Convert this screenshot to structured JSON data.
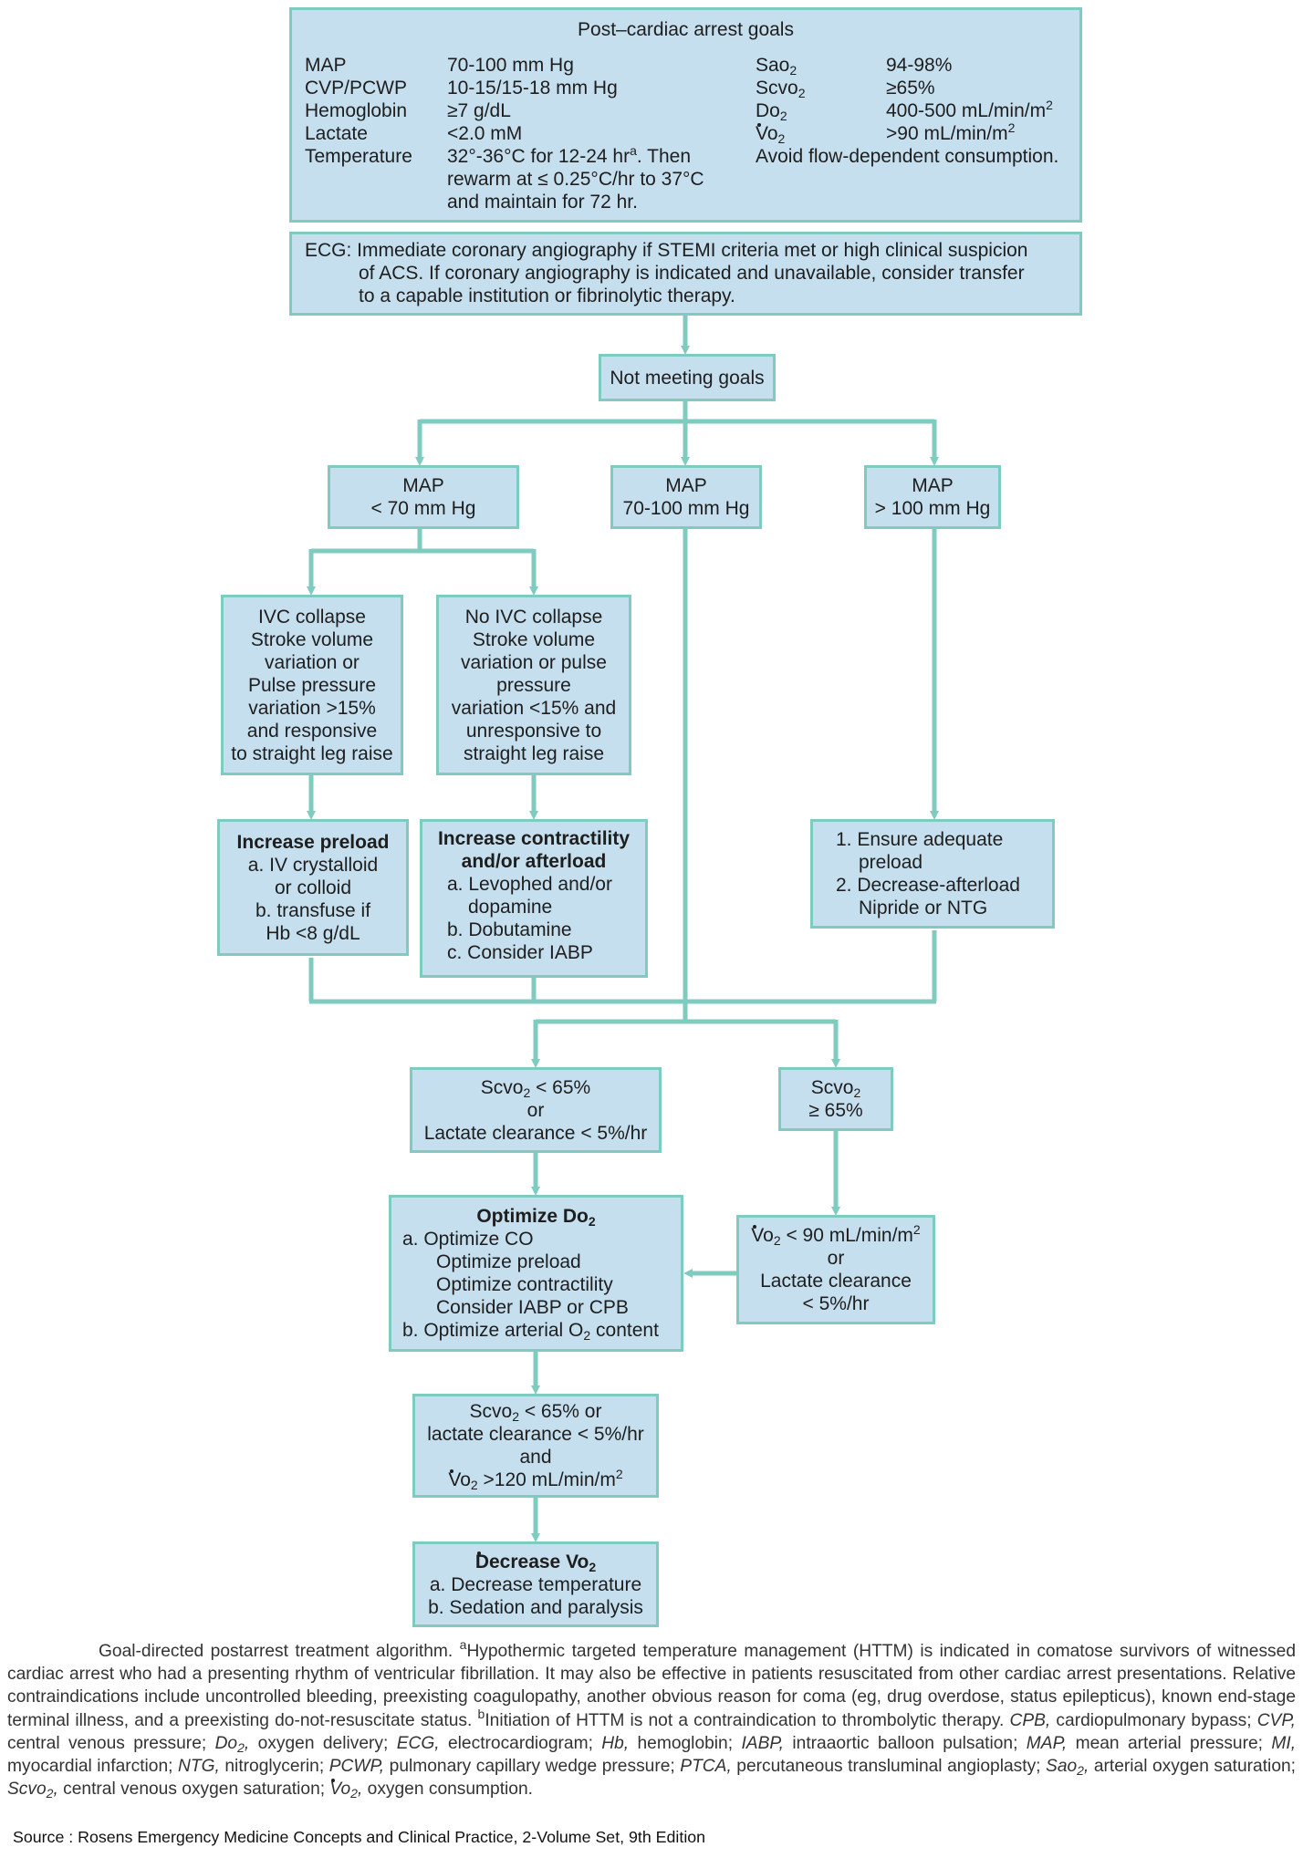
{
  "goals": {
    "title": "Post–cardiac arrest goals",
    "left_rows": [
      {
        "label": "MAP",
        "value": "70-100 mm Hg"
      },
      {
        "label": "CVP/PCWP",
        "value": "10-15/15-18 mm Hg"
      },
      {
        "label": "Hemoglobin",
        "value": "≥7 g/dL"
      },
      {
        "label": "Lactate",
        "value": "<2.0 mM"
      }
    ],
    "temperature": {
      "label": "Temperature",
      "line1_pre": "32°-36°C for 12-24 hr",
      "line1_sup": "a",
      "line1_post": ". Then",
      "line2": "rewarm at ≤ 0.25°C/hr to 37°C",
      "line3": "and maintain for 72 hr."
    },
    "right_rows": [
      {
        "label": "Sao",
        "sub": "2",
        "value": "94-98%"
      },
      {
        "label": "Scvo",
        "sub": "2",
        "value": "≥65%"
      },
      {
        "label": "Do",
        "sub": "2",
        "value": "400-500 mL/min/m",
        "value_sup": "2"
      },
      {
        "label": "Vo",
        "sub": "2",
        "value": ">90 mL/min/m",
        "value_sup": "2"
      }
    ],
    "avoid": "Avoid flow-dependent consumption."
  },
  "ecg": {
    "line1": "ECG: Immediate coronary angiography if STEMI criteria met or high clinical suspicion",
    "line2": "of ACS. If coronary angiography is indicated and unavailable, consider transfer",
    "line3": "to a capable institution or fibrinolytic therapy."
  },
  "not_meeting": "Not meeting goals",
  "map_low": {
    "line1": "MAP",
    "line2": "< 70 mm Hg"
  },
  "map_mid": {
    "line1": "MAP",
    "line2": "70-100 mm Hg"
  },
  "map_high": {
    "line1": "MAP",
    "line2": "> 100 mm Hg"
  },
  "ivc_collapse": [
    "IVC collapse",
    "Stroke volume",
    "variation or",
    "Pulse pressure",
    "variation >15%",
    "and responsive",
    "to straight leg raise"
  ],
  "no_ivc": [
    "No IVC collapse",
    "Stroke volume",
    "variation or pulse",
    "pressure",
    "variation <15% and",
    "unresponsive to",
    "straight leg raise"
  ],
  "preload": {
    "title": "Increase preload",
    "lines": [
      "a. IV crystalloid",
      "or colloid",
      "b. transfuse if",
      "Hb <8 g/dL"
    ]
  },
  "contractility": {
    "title1": "Increase contractility",
    "title2": "and/or afterload",
    "lines": [
      "a. Levophed and/or",
      "dopamine",
      "b. Dobutamine",
      "c. Consider IABP"
    ]
  },
  "ensure": {
    "lines": [
      "1. Ensure adequate",
      "preload",
      "2. Decrease-afterload",
      "Nipride or NTG"
    ]
  },
  "scvo_low": {
    "line1_pre": "Scvo",
    "line1_sub": "2",
    "line1_post": " < 65%",
    "line2": "or",
    "line3": "Lactate clearance < 5%/hr"
  },
  "scvo_high": {
    "line1_pre": "Scvo",
    "line1_sub": "2",
    "line2": "≥ 65%"
  },
  "optimize": {
    "title_pre": "Optimize Do",
    "title_sub": "2",
    "lines": [
      "a. Optimize CO",
      "Optimize preload",
      "Optimize contractility",
      "Consider IABP or CPB"
    ],
    "last_pre": "b. Optimize arterial O",
    "last_sub": "2",
    "last_post": " content"
  },
  "vo2_box": {
    "line1_pre": "Vo",
    "line1_sub": "2",
    "line1_post": " < 90 mL/min/m",
    "line1_sup": "2",
    "line2": "or",
    "line3": "Lactate clearance",
    "line4": "< 5%/hr"
  },
  "scvo_vo2": {
    "line1_pre": "Scvo",
    "line1_sub": "2",
    "line1_post": " < 65% or",
    "line2": "lactate clearance < 5%/hr",
    "line3": "and",
    "line4_pre": "Vo",
    "line4_sub": "2",
    "line4_post": " >120 mL/min/m",
    "line4_sup": "2"
  },
  "decrease": {
    "title_pre": "Decrease Vo",
    "title_sub": "2",
    "lines": [
      "a. Decrease temperature",
      "b. Sedation and paralysis"
    ]
  },
  "caption": {
    "p1": "Goal-directed postarrest treatment algorithm. ",
    "p1_sup": "a",
    "p2": "Hypothermic targeted temperature management (HTTM) is indicated in comatose survivors of witnessed cardiac arrest who had a presenting rhythm of ventricular fibrillation. It may also be effective in patients resuscitated from other cardiac arrest presentations. Relative contraindications include uncontrolled bleeding, preexisting coagulopathy, another obvious reason for coma (eg, drug overdose, status epilepticus), known end-stage terminal illness, and a preexisting do-not-resuscitate status. ",
    "p2_sup": "b",
    "p3": "Initiation of HTTM is not a contraindication to thrombolytic therapy. ",
    "abbreviations": [
      {
        "abbr": "CPB,",
        "text": " cardiopulmonary bypass; "
      },
      {
        "abbr": "CVP,",
        "text": " central venous pressure; "
      },
      {
        "abbr": "Do",
        "sub": "2",
        "abbr_post": ",",
        "text": " oxygen delivery; "
      },
      {
        "abbr": "ECG,",
        "text": " electrocardiogram; "
      },
      {
        "abbr": "Hb,",
        "text": " hemoglobin; "
      },
      {
        "abbr": "IABP,",
        "text": " intraaortic balloon pulsation; "
      },
      {
        "abbr": "MAP,",
        "text": " mean arterial pressure; "
      },
      {
        "abbr": "MI,",
        "text": " myocardial infarction; "
      },
      {
        "abbr": "NTG,",
        "text": " nitroglycerin; "
      },
      {
        "abbr": "PCWP,",
        "text": " pulmonary capillary wedge pressure; "
      },
      {
        "abbr": "PTCA,",
        "text": " percutaneous transluminal angioplasty; "
      },
      {
        "abbr": "Sao",
        "sub": "2",
        "abbr_post": ",",
        "text": " arterial oxygen saturation; "
      },
      {
        "abbr": "Scvo",
        "sub": "2",
        "abbr_post": ",",
        "text": " central venous oxygen saturation; "
      },
      {
        "abbr": "Vo",
        "sub": "2",
        "abbr_post": ",",
        "text": " oxygen consumption.",
        "dot": true
      }
    ]
  },
  "source": "Source : Rosens Emergency Medicine Concepts and Clinical Practice, 2-Volume Set, 9th Edition",
  "colors": {
    "box_fill": "#c5dfef",
    "box_border": "#7fcbbf",
    "connector": "#7fcbbf"
  }
}
